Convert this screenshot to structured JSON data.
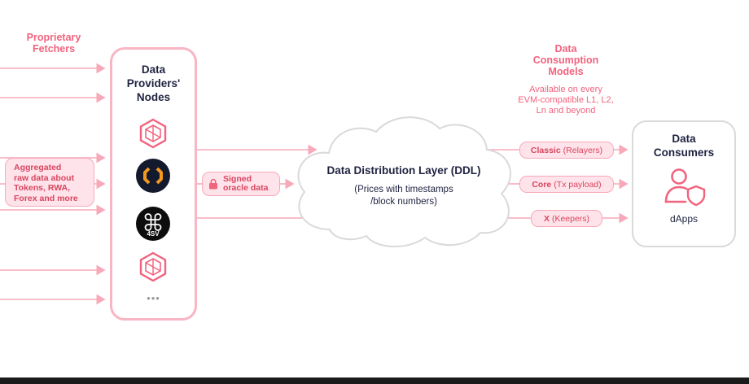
{
  "labels": {
    "proprietary": "Proprietary\nFetchers",
    "aggregated": "Aggregated\nraw data about\nTokens, RWA,\nForex and more",
    "providers": "Data\nProviders'\nNodes",
    "signed": "Signed\noracle data",
    "ddl_title": "Data Distribution Layer (DDL)",
    "ddl_sub": "(Prices with timestamps\n/block numbers)",
    "models_title": "Data\nConsumption\nModels",
    "models_sub": "Available on every\nEVM-compatible L1, L2,\nLn and beyond",
    "consumers": "Data\nConsumers",
    "dapps": "dApps",
    "dots": "•••",
    "node_4sv": "4SV"
  },
  "models": [
    {
      "bold": "Classic",
      "rest": "(Relayers)"
    },
    {
      "bold": "Core",
      "rest": "(Tx payload)"
    },
    {
      "bold": "X",
      "rest": "(Keepers)"
    }
  ],
  "icons": {
    "node1": "redstone-hexagon-icon",
    "node2": "orange-brackets-logo-icon",
    "node3": "command-4sv-logo-icon",
    "node4": "redstone-hexagon-icon",
    "lock": "lock-icon",
    "user": "user-shield-icon"
  },
  "colors": {
    "accent": "#f2637e",
    "accent_light": "#f7a9b9",
    "pill_bg": "#ffe3ea",
    "navy": "#1f2340",
    "orange": "#f39a1e"
  }
}
